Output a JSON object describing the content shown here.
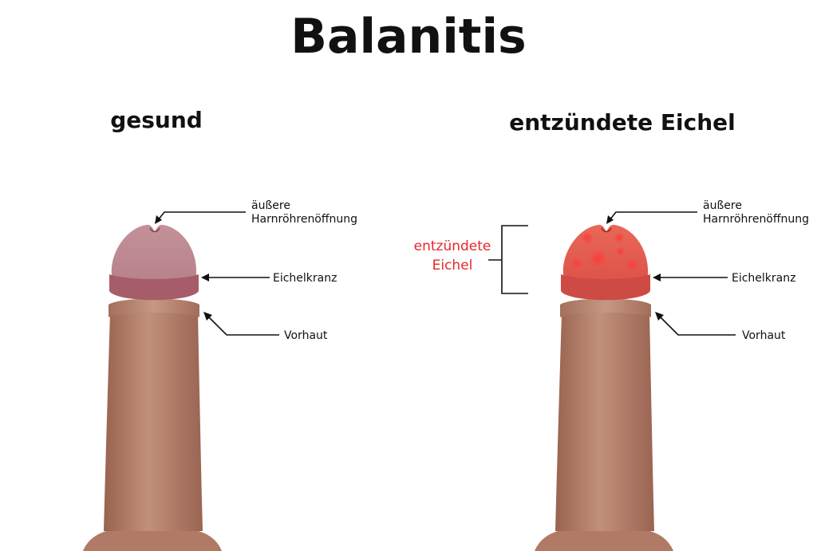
{
  "title": "Balanitis",
  "panels": {
    "healthy": {
      "heading": "gesund",
      "labels": {
        "meatus_line1": "äußere",
        "meatus_line2": "Harnröhrenöffnung",
        "corona": "Eichelkranz",
        "foreskin": "Vorhaut"
      }
    },
    "inflamed": {
      "heading": "entzündete Eichel",
      "bracket_label_line1": "entzündete",
      "bracket_label_line2": "Eichel",
      "labels": {
        "meatus_line1": "äußere",
        "meatus_line2": "Harnröhrenöffnung",
        "corona": "Eichelkranz",
        "foreskin": "Vorhaut"
      }
    }
  },
  "colors": {
    "shaft": "#b07a66",
    "shaft_light": "#c59580",
    "shaft_dark": "#94604e",
    "glans_healthy": "#b9828b",
    "glans_healthy_band": "#a25a66",
    "glans_inflamed": "#e0544c",
    "glans_inflamed_band": "#c94a44",
    "inflamed_text": "#e8262a"
  }
}
